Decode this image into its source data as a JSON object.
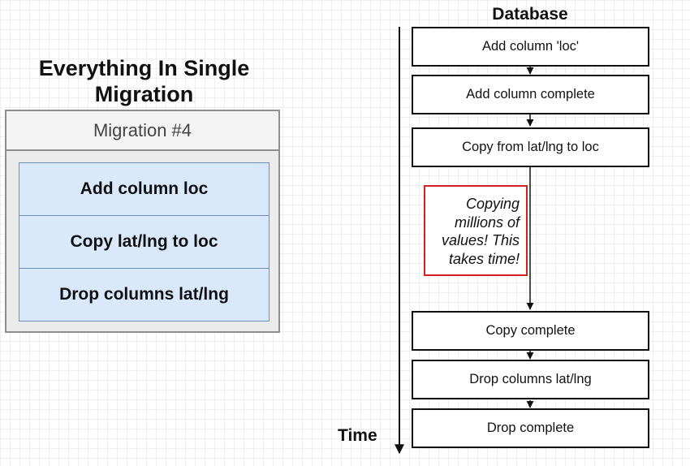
{
  "left": {
    "title_line1": "Everything In Single",
    "title_line2": "Migration",
    "panel_title": "Migration #4",
    "steps": [
      "Add column loc",
      "Copy lat/lng to loc",
      "Drop columns lat/lng"
    ]
  },
  "right": {
    "database_label": "Database",
    "time_label": "Time",
    "boxes": [
      "Add column 'loc'",
      "Add column complete",
      "Copy from lat/lng to loc",
      "Copy complete",
      "Drop columns lat/lng",
      "Drop complete"
    ],
    "note_lines": [
      "Copying",
      "millions of",
      "values! This",
      "takes time!"
    ]
  }
}
